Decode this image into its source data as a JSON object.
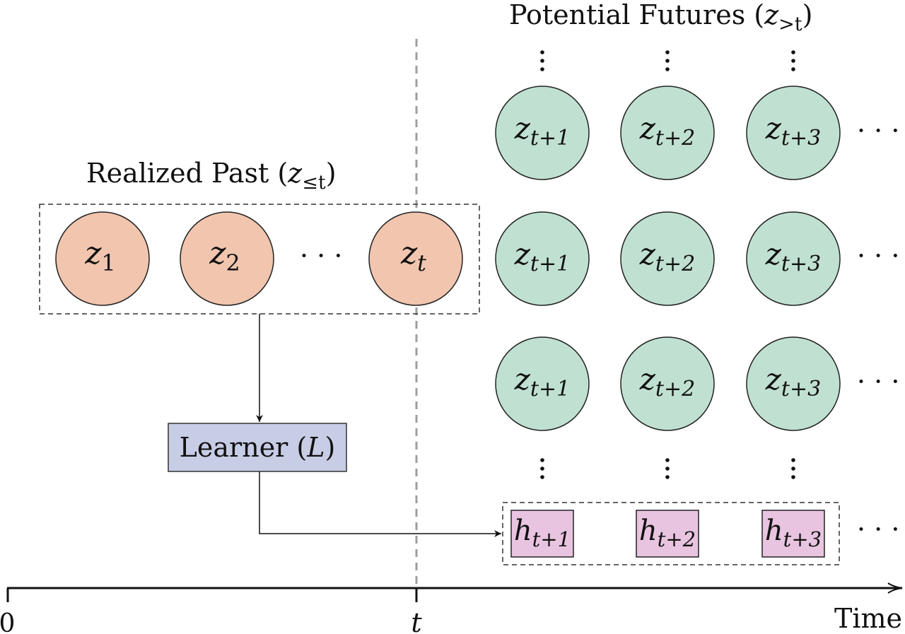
{
  "past": {
    "title_text": "Realized Past (",
    "title_var": "z",
    "title_sub": "≤t",
    "title_close": ")",
    "nodes": [
      {
        "base": "z",
        "sub": "1"
      },
      {
        "base": "z",
        "sub": "2"
      },
      {
        "base": "z",
        "sub": "t"
      }
    ],
    "ellipsis": "· · ·",
    "color": "#f1c5ae"
  },
  "future": {
    "title_text": "Potential Futures (",
    "title_var": "z",
    "title_sub": ">t",
    "title_close": ")",
    "rows": [
      [
        {
          "base": "z",
          "sub": "t+1"
        },
        {
          "base": "z",
          "sub": "t+2"
        },
        {
          "base": "z",
          "sub": "t+3"
        }
      ],
      [
        {
          "base": "z",
          "sub": "t+1"
        },
        {
          "base": "z",
          "sub": "t+2"
        },
        {
          "base": "z",
          "sub": "t+3"
        }
      ],
      [
        {
          "base": "z",
          "sub": "t+1"
        },
        {
          "base": "z",
          "sub": "t+2"
        },
        {
          "base": "z",
          "sub": "t+3"
        }
      ]
    ],
    "row_ellipsis": "· · ·",
    "color": "#c0e1d1"
  },
  "learner": {
    "label": "Learner (",
    "var": "L",
    "close": ")",
    "color": "#c8cde6"
  },
  "hypotheses": {
    "items": [
      {
        "base": "h",
        "sub": "t+1"
      },
      {
        "base": "h",
        "sub": "t+2"
      },
      {
        "base": "h",
        "sub": "t+3"
      }
    ],
    "ellipsis": "· · ·",
    "color": "#e8c4e0"
  },
  "axis": {
    "start": "0",
    "mark": "t",
    "label": "Time"
  }
}
